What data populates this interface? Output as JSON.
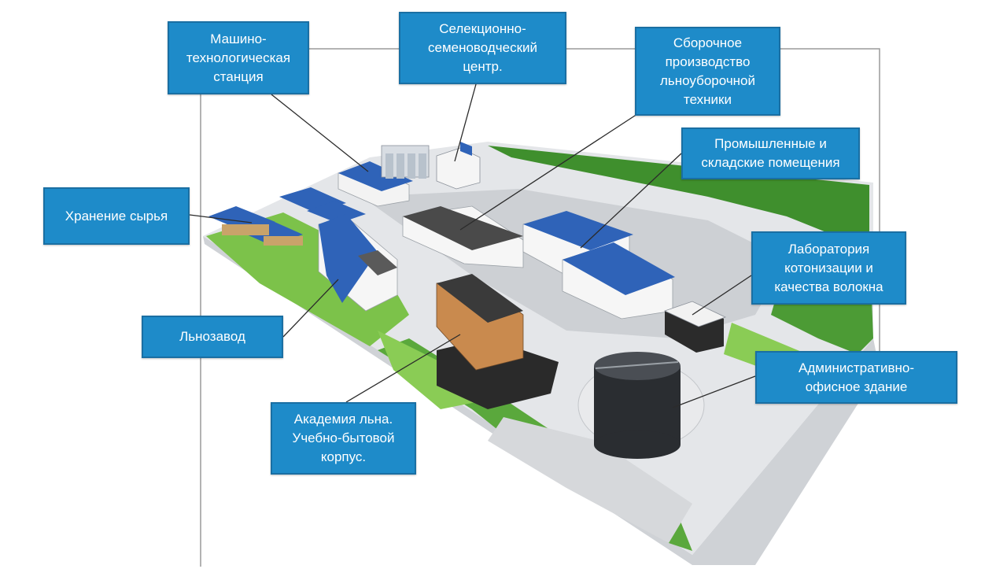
{
  "labels": {
    "mts": "Машино-\nтехнологическая\nстанция",
    "sel": "Селекционно-\nсеменоводческий\nцентр.",
    "sbor": "Сборочное\nпроизводство\nльноуборочной\nтехники",
    "prom": "Промышленные и\nскладские помещения",
    "hran": "Хранение сырья",
    "lab": "Лаборатория\nкотонизации и\nкачества волокна",
    "lno": "Льнозавод",
    "adm": "Административно-\nофисное здание",
    "akad": "Академия льна.\nУчебно-бытовой\nкорпус."
  },
  "colors": {
    "label_fill": "#1e8bc9",
    "label_border": "#1a6fa3",
    "roof_blue": "#2f63b8",
    "lawn_green": "#7cc24a",
    "plaza_grey": "#d7d9dc"
  }
}
